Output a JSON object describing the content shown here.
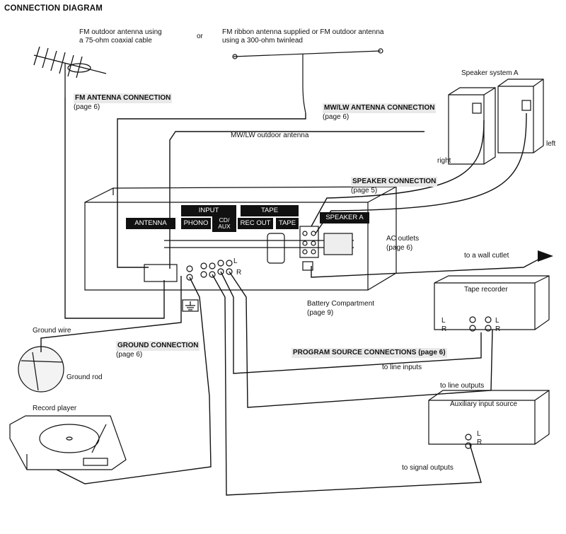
{
  "title": "CONNECTION DIAGRAM",
  "antenna_top": {
    "fm_outdoor": [
      "FM outdoor antenna using",
      "a 75-ohm coaxial cable"
    ],
    "or": "or",
    "fm_ribbon": [
      "FM ribbon antenna supplied or FM outdoor antenna",
      "using a 300-ohm twinlead"
    ]
  },
  "sections": {
    "fm_antenna": [
      "FM ANTENNA CONNECTION",
      "(page 6)"
    ],
    "mwlw_antenna": [
      "MW/LW ANTENNA CONNECTION",
      "(page 6)"
    ],
    "speaker": [
      "SPEAKER CONNECTION",
      "(page 5)"
    ],
    "ground": [
      "GROUND CONNECTION",
      "(page 6)"
    ],
    "program_source": "PROGRAM SOURCE CONNECTIONS (page 6)"
  },
  "labels": {
    "mwlw_outdoor": "MW/LW outdoor antenna",
    "speaker_system_a": "Speaker system A",
    "right": "right",
    "left": "left",
    "ac_outlets": [
      "AC outlets",
      "(page 6)"
    ],
    "wall_outlet": "to a wall cutlet",
    "battery": [
      "Battery Compartment",
      "(page 9)"
    ],
    "channel_l": "L",
    "channel_r": "R",
    "tape_recorder": "Tape recorder",
    "to_line_inputs": "to line inputs",
    "to_line_outputs": "to line outputs",
    "aux_source": "Auxiliary input source",
    "to_signal_outputs": "to signal outputs",
    "ground_wire": "Ground wire",
    "ground_rod": "Ground rod",
    "record_player": "Record player"
  },
  "panel_labels": {
    "antenna": "ANTENNA",
    "input": "INPUT",
    "phono": "PHONO",
    "cd_aux": [
      "CD/",
      "AUX"
    ],
    "tape": "TAPE",
    "rec_out": "REC OUT",
    "tape_in": "TAPE",
    "speaker_a": "SPEAKER A"
  },
  "colors": {
    "ink": "#111111",
    "paper": "#ffffff",
    "highlight": "#e9e9e9"
  }
}
